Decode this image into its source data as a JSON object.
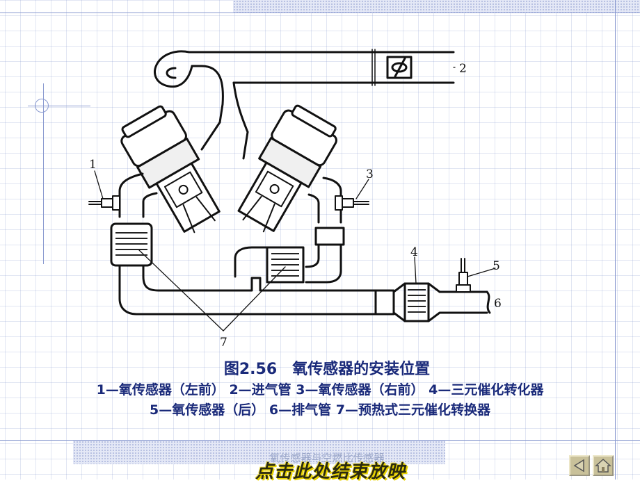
{
  "figure": {
    "labels": [
      "1",
      "2",
      "3",
      "4",
      "5",
      "6",
      "7"
    ]
  },
  "caption": {
    "title": "图2.56　氧传感器的安装位置",
    "line1": "1—氧传感器（左前）  2—进气管  3—氧传感器（右前）  4—三元催化转化器",
    "line2": "5—氧传感器（后）  6—排气管  7—预热式三元催化转换器"
  },
  "footer": {
    "subtitle": "氧传感器与空燃比传感器",
    "end_show": "点击此处结束放映"
  },
  "nav": {
    "back_icon": "triangle-left-icon",
    "home_icon": "house-icon"
  },
  "colors": {
    "caption": "#1a2a7a",
    "grid": "#8a9ad0",
    "end_show_glow": "#e8d200"
  }
}
